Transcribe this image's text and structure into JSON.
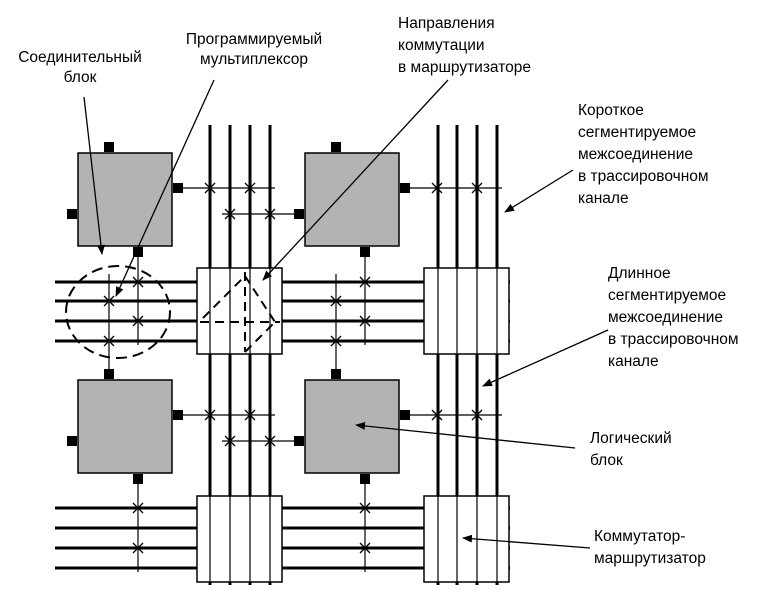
{
  "labels": {
    "connection_block": [
      "Соединительный",
      "блок"
    ],
    "programmable_mux": [
      "Программируемый",
      "мультиплексор"
    ],
    "switch_directions": [
      "Направления",
      "коммутации",
      "в маршрутизаторе"
    ],
    "short_segment": [
      "Короткое",
      "сегментируемое",
      "межсоединение",
      "в трассировочном",
      "канале"
    ],
    "long_segment": [
      "Длинное",
      "сегментируемое",
      "межсоединение",
      "в трассировочном",
      "канале"
    ],
    "logic_block": [
      "Логический",
      "блок"
    ],
    "switch_router": [
      "Коммутатор-",
      "маршрутизатор"
    ]
  },
  "colors": {
    "logic_block_fill": "#b3b3b3",
    "line": "#000000",
    "background": "#ffffff"
  }
}
